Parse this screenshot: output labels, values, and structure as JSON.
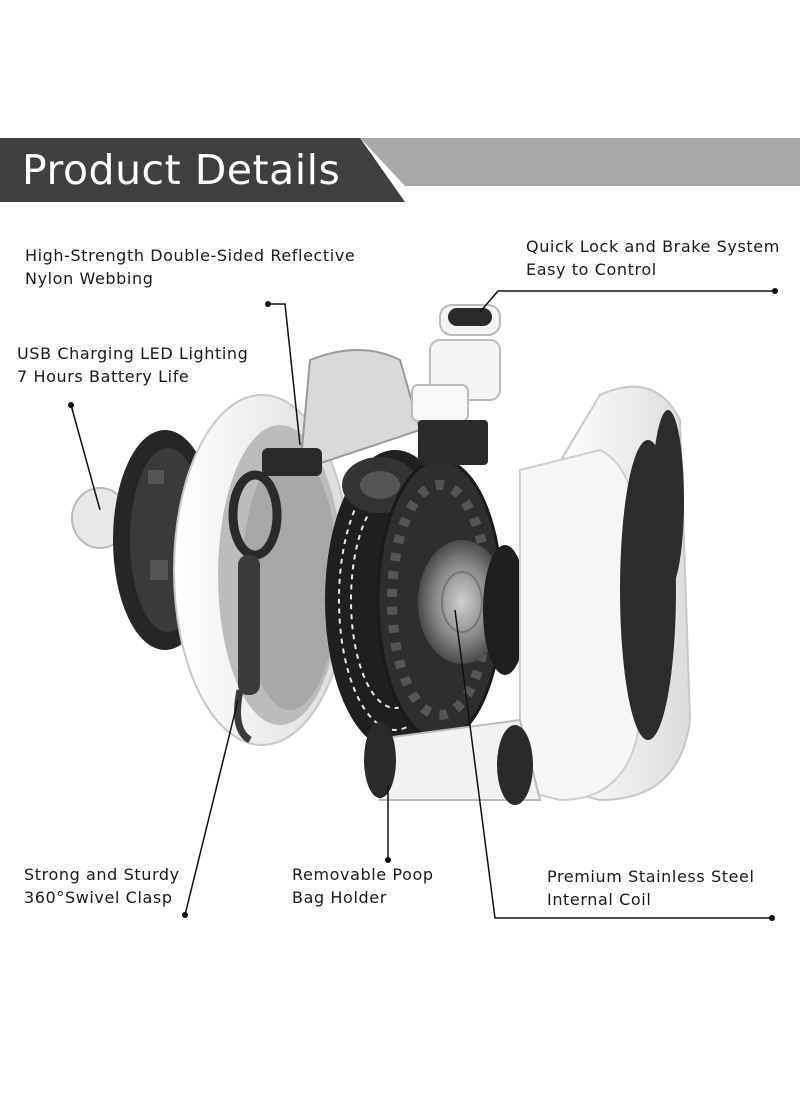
{
  "header": {
    "title": "Product Details"
  },
  "callouts": {
    "webbing": {
      "line1": "High-Strength Double-Sided Reflective",
      "line2": "Nylon Webbing"
    },
    "lock": {
      "line1": "Quick Lock and Brake System",
      "line2": "Easy to Control"
    },
    "charging": {
      "line1": "USB Charging  LED Lighting",
      "line2": "7 Hours Battery Life"
    },
    "clasp": {
      "line1": "Strong and Sturdy",
      "line2": "360°Swivel Clasp"
    },
    "bag_holder": {
      "line1": "Removable Poop",
      "line2": "Bag Holder"
    },
    "coil": {
      "line1": "Premium Stainless Steel",
      "line2": "Internal Coil"
    }
  },
  "colors": {
    "banner_dark": "#3f3f3f",
    "banner_light": "#a9a9a9",
    "casing_white": "#f2f2f2",
    "casing_dark": "#2b2b2b",
    "line": "#111111"
  }
}
